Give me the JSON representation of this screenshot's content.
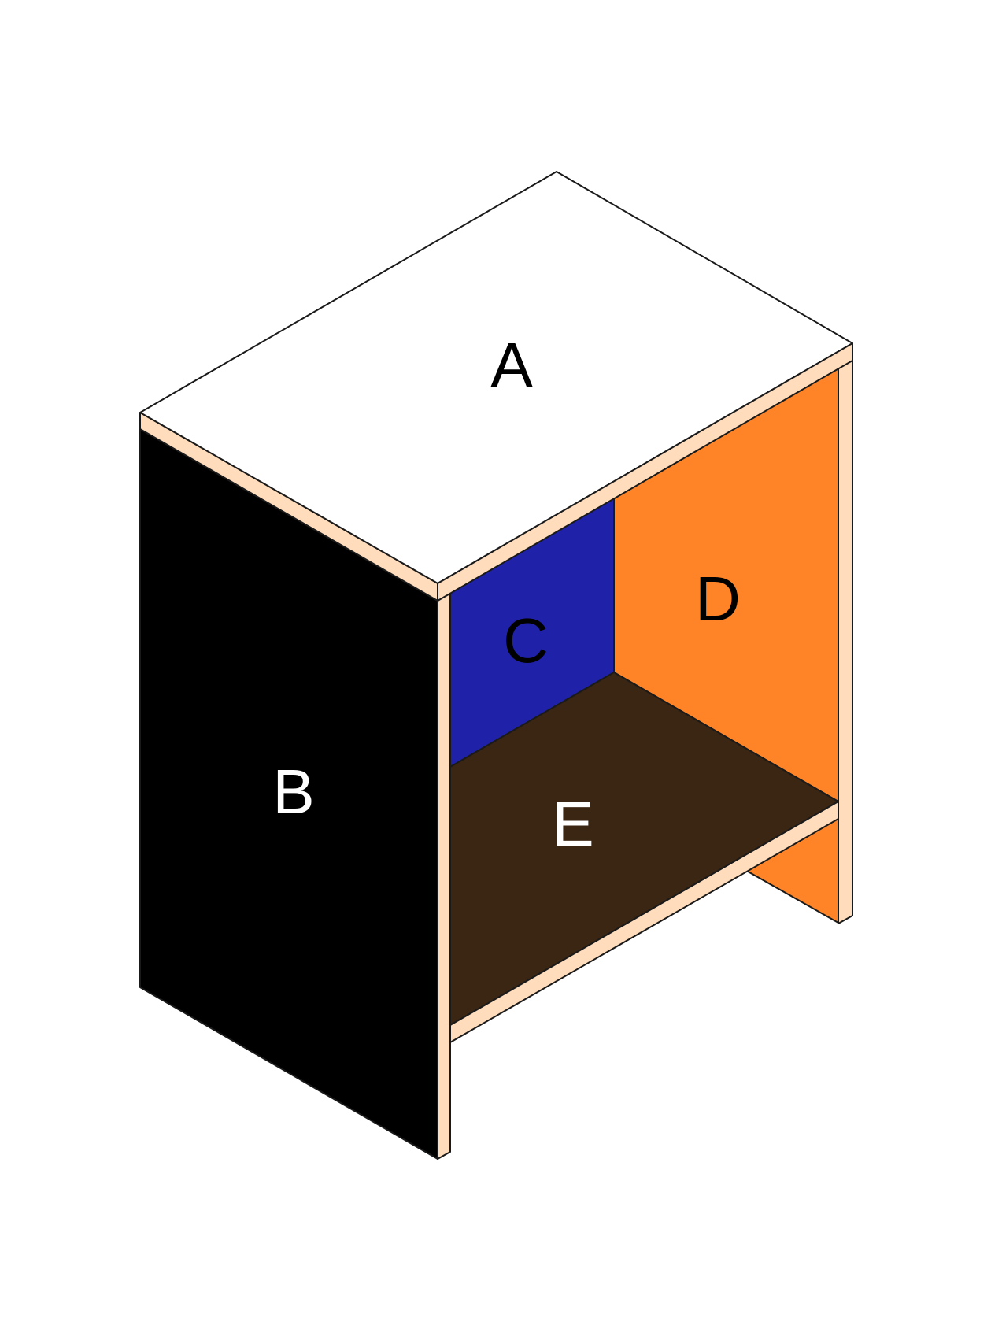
{
  "panels": {
    "top": {
      "label": "A",
      "fill": "#ffffff",
      "label_color": "#000000"
    },
    "left_side": {
      "label": "B",
      "fill": "#000000",
      "label_color": "#ffffff"
    },
    "back_left": {
      "label": "C",
      "fill": "#1f22a8",
      "label_color": "#000000"
    },
    "back_right": {
      "label": "D",
      "fill": "#fe8427",
      "label_color": "#000000"
    },
    "shelf": {
      "label": "E",
      "fill": "#3b2513",
      "label_color": "#ffffff"
    }
  },
  "edge_color": "#ffdcbc",
  "line_color": "#1a1a1a"
}
